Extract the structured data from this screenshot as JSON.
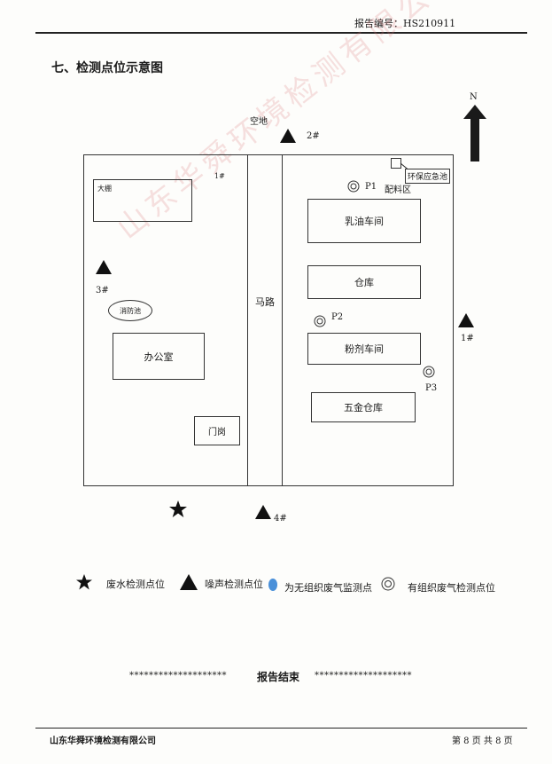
{
  "header": {
    "report_no": "报告编号：HS210911"
  },
  "section_title": "七、检测点位示意图",
  "map": {
    "north_label": "N",
    "open_space": "空地",
    "road": "马路",
    "buildings": {
      "shed": "大棚",
      "fire_pool": "消防池",
      "office": "办公室",
      "guard": "门岗",
      "emulsion": "乳油车间",
      "warehouse": "仓库",
      "powder": "粉剂车间",
      "hardware": "五金仓库",
      "emergency_pool": "环保应急池",
      "mixing_area": "配料区"
    },
    "points": {
      "n1": "1#",
      "n1b": "1#",
      "n2": "2#",
      "n3": "3#",
      "n4": "4#",
      "p1": "P1",
      "p2": "P2",
      "p3": "P3"
    }
  },
  "legend": {
    "wastewater": "废水检测点位",
    "noise": "噪声检测点位",
    "fugitive": "为无组织废气监测点",
    "organized": "有组织废气检测点位"
  },
  "end": {
    "stars_left": "********************",
    "text": "报告结束",
    "stars_right": "********************"
  },
  "footer": {
    "company": "山东华舜环境检测有限公司",
    "page": "第 8 页 共 8 页"
  },
  "stamp_text": "山东华舜环境检测有限公司",
  "colors": {
    "fugitive_dot": "#4a90d9"
  }
}
